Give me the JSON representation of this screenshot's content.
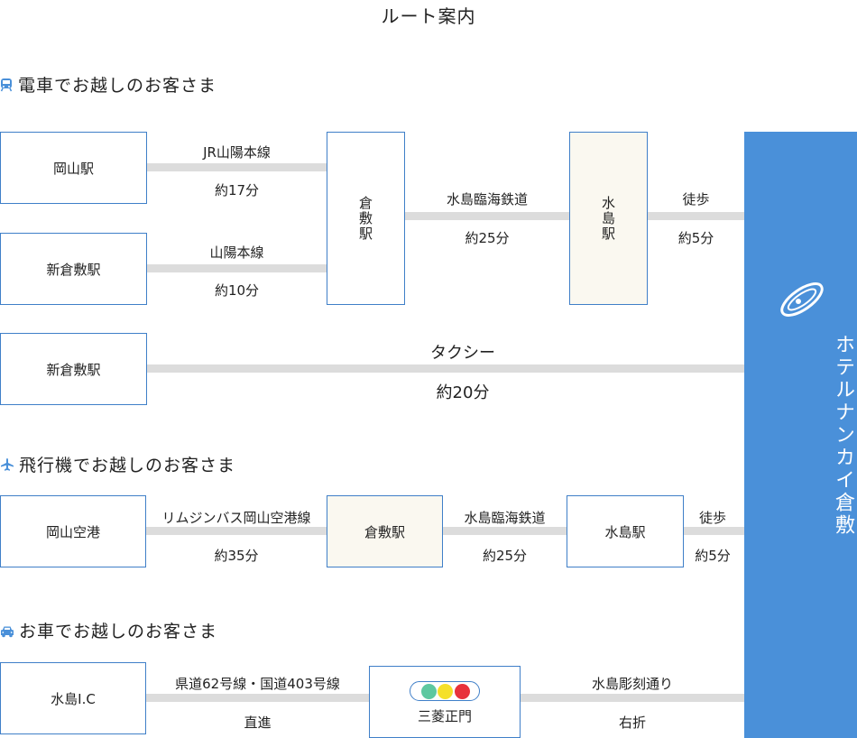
{
  "title": "ルート案内",
  "colors": {
    "accent": "#4a90d9",
    "border": "#3f7fc8",
    "line": "#dcdcdc",
    "cream": "#faf8f0",
    "signal_green": "#5ec8a0",
    "signal_yellow": "#f5e02a",
    "signal_red": "#e8323c"
  },
  "train": {
    "heading": "電車でお越しのお客さま",
    "icon": "train-icon",
    "okayama_station": "岡山駅",
    "shinkurashiki_station": "新倉敷駅",
    "kurashiki_station": "倉敷駅",
    "mizushima_station": "水島駅",
    "taxi_from": "新倉敷駅",
    "segments": {
      "sanyo_main_jr": {
        "line": "JR山陽本線",
        "time": "約17分"
      },
      "sanyo_main": {
        "line": "山陽本線",
        "time": "約10分"
      },
      "mizushima_rail": {
        "line": "水島臨海鉄道",
        "time": "約25分"
      },
      "walk": {
        "line": "徒歩",
        "time": "約5分"
      },
      "taxi": {
        "line": "タクシー",
        "time": "約20分"
      }
    }
  },
  "plane": {
    "heading": "飛行機でお越しのお客さま",
    "icon": "airplane-icon",
    "airport": "岡山空港",
    "kurashiki_station": "倉敷駅",
    "mizushima_station": "水島駅",
    "segments": {
      "bus": {
        "line": "リムジンバス岡山空港線",
        "time": "約35分"
      },
      "mizushima_rail": {
        "line": "水島臨海鉄道",
        "time": "約25分"
      },
      "walk": {
        "line": "徒歩",
        "time": "約5分"
      }
    }
  },
  "car": {
    "heading": "お車でお越しのお客さま",
    "icon": "car-icon",
    "ic": "水島I.C",
    "intersection": "三菱正門",
    "segments": {
      "route": {
        "line": "県道62号線・国道403号線",
        "time": "直進"
      },
      "street": {
        "line": "水島彫刻通り",
        "time": "右折"
      }
    }
  },
  "hotel": {
    "name": "ホテルナンカイ倉敷",
    "logo": "hotel-logo-icon"
  }
}
